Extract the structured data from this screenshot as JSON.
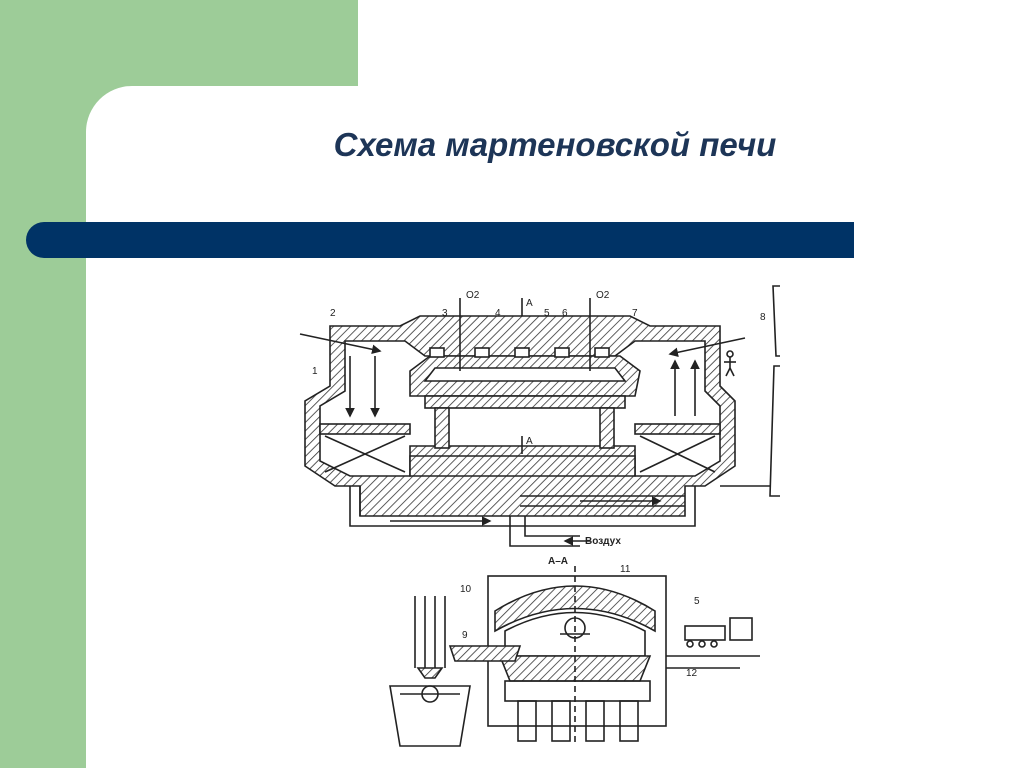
{
  "slide": {
    "title": "Схема мартеновской печи"
  },
  "diagram": {
    "labels": {
      "n1": "1",
      "n2": "2",
      "n3": "3",
      "n4": "4",
      "n5": "5",
      "n6": "6",
      "n7": "7",
      "n8": "8",
      "n9": "9",
      "n10": "10",
      "n11": "11",
      "n12": "12",
      "n5b": "5",
      "o2_left": "O2",
      "o2_right": "O2",
      "section_a_top": "A",
      "section_a_mid": "A",
      "air": "Воздух",
      "section_title": "А–А"
    },
    "colors": {
      "stroke": "#222222",
      "hatch": "#333333"
    }
  }
}
